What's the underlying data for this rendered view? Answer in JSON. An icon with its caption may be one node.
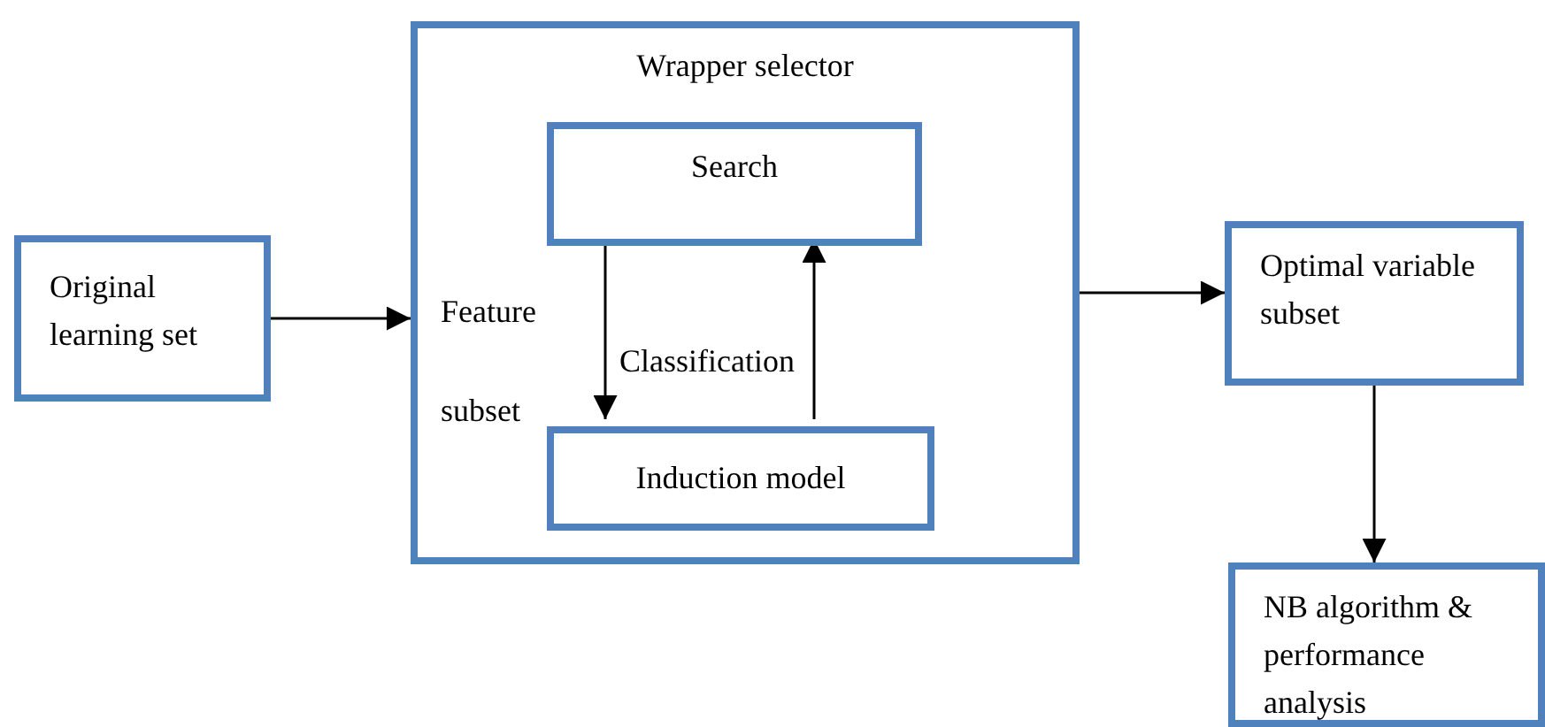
{
  "diagram": {
    "nodes": [
      {
        "text": [
          "Original learning set"
        ]
      },
      {
        "text": [
          "Wrapper selector"
        ]
      },
      {
        "text": [
          "Search"
        ],
        "in": 1
      },
      {
        "text": [
          "Induction model"
        ],
        "in": 1
      },
      {
        "text": [
          "Optimal variable subset"
        ]
      },
      {
        "text": [
          "NB algorithm & performance analysis"
        ]
      }
    ],
    "edges": [
      {
        "from": 0,
        "to": 1,
        "arrow": "to"
      },
      {
        "from": 2,
        "to": 3,
        "arrow": "to"
      },
      {
        "from": 3,
        "to": 2,
        "arrow": "to"
      },
      {
        "from": 1,
        "to": 4,
        "arrow": "to"
      },
      {
        "from": 4,
        "to": 5,
        "arrow": "to"
      }
    ],
    "labels": [
      "Feature",
      "Classification",
      "subset"
    ]
  }
}
